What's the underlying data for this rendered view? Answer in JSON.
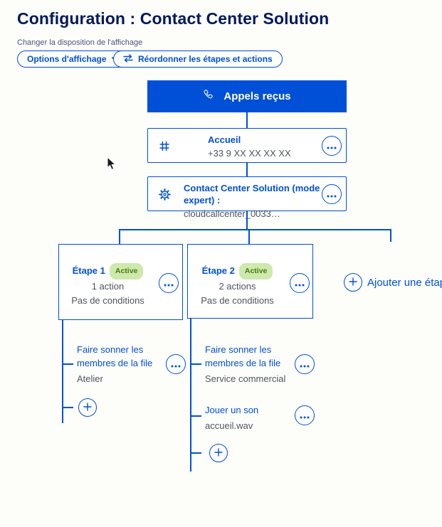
{
  "page": {
    "title": "Configuration : Contact Center Solution",
    "layout_link": "Changer la disposition de l'affichage"
  },
  "toolbar": {
    "options_button": "Options d'affichage",
    "reorder_button": "Réordonner les étapes et actions"
  },
  "flow": {
    "root_label": "Appels reçus",
    "nodes": [
      {
        "title": "Accueil",
        "subtitle": "+33 9 XX XX XX XX"
      },
      {
        "title": "Contact Center Solution (mode expert) :",
        "subtitle": "cloudcallcenter_0033…"
      }
    ],
    "steps": [
      {
        "label": "Étape 1",
        "badge": "Active",
        "count": "1 action",
        "conditions": "Pas de conditions",
        "actions": [
          {
            "title": "Faire sonner les membres de la file",
            "subtitle": "Atelier"
          }
        ]
      },
      {
        "label": "Étape 2",
        "badge": "Active",
        "count": "2 actions",
        "conditions": "Pas de conditions",
        "actions": [
          {
            "title": "Faire sonner les membres de la file",
            "subtitle": "Service commercial"
          },
          {
            "title": "Jouer un son",
            "subtitle": "accueil.wav"
          }
        ]
      }
    ],
    "add_step_label": "Ajouter une étape"
  },
  "colors": {
    "primary_blue": "#0050d7",
    "title_navy": "#00185e",
    "muted_text": "#4e555f",
    "badge_bg": "#cde9ac",
    "badge_text": "#47790f"
  }
}
